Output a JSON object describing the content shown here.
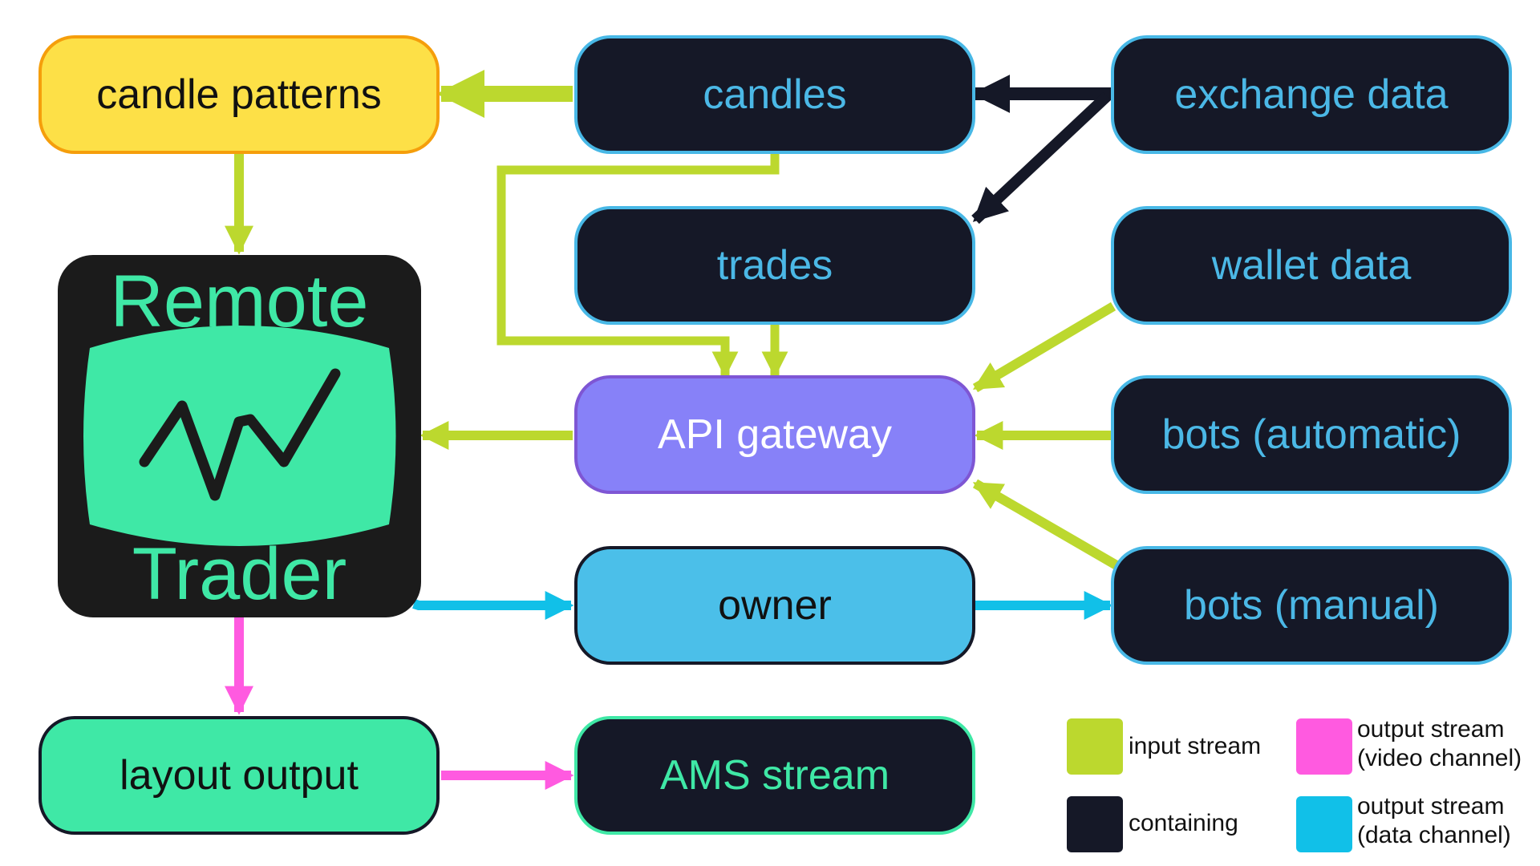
{
  "nodes": {
    "candle_patterns": "candle patterns",
    "candles": "candles",
    "exchange_data": "exchange data",
    "trades": "trades",
    "wallet_data": "wallet data",
    "api_gateway": "API gateway",
    "bots_automatic": "bots (automatic)",
    "owner": "owner",
    "bots_manual": "bots (manual)",
    "layout_output": "layout output",
    "ams_stream": "AMS stream"
  },
  "logo": {
    "line1": "Remote",
    "line2": "Trader"
  },
  "legend": {
    "input_stream": "input stream",
    "containing": "containing",
    "output_video_1": "output stream",
    "output_video_2": "(video channel)",
    "output_data_1": "output stream",
    "output_data_2": "(data channel)"
  },
  "colors": {
    "input_stream": "#bcd82e",
    "containing": "#151827",
    "output_video": "#ff5ae0",
    "output_data": "#11c0e8",
    "logo_accent": "#3fe8a6"
  }
}
